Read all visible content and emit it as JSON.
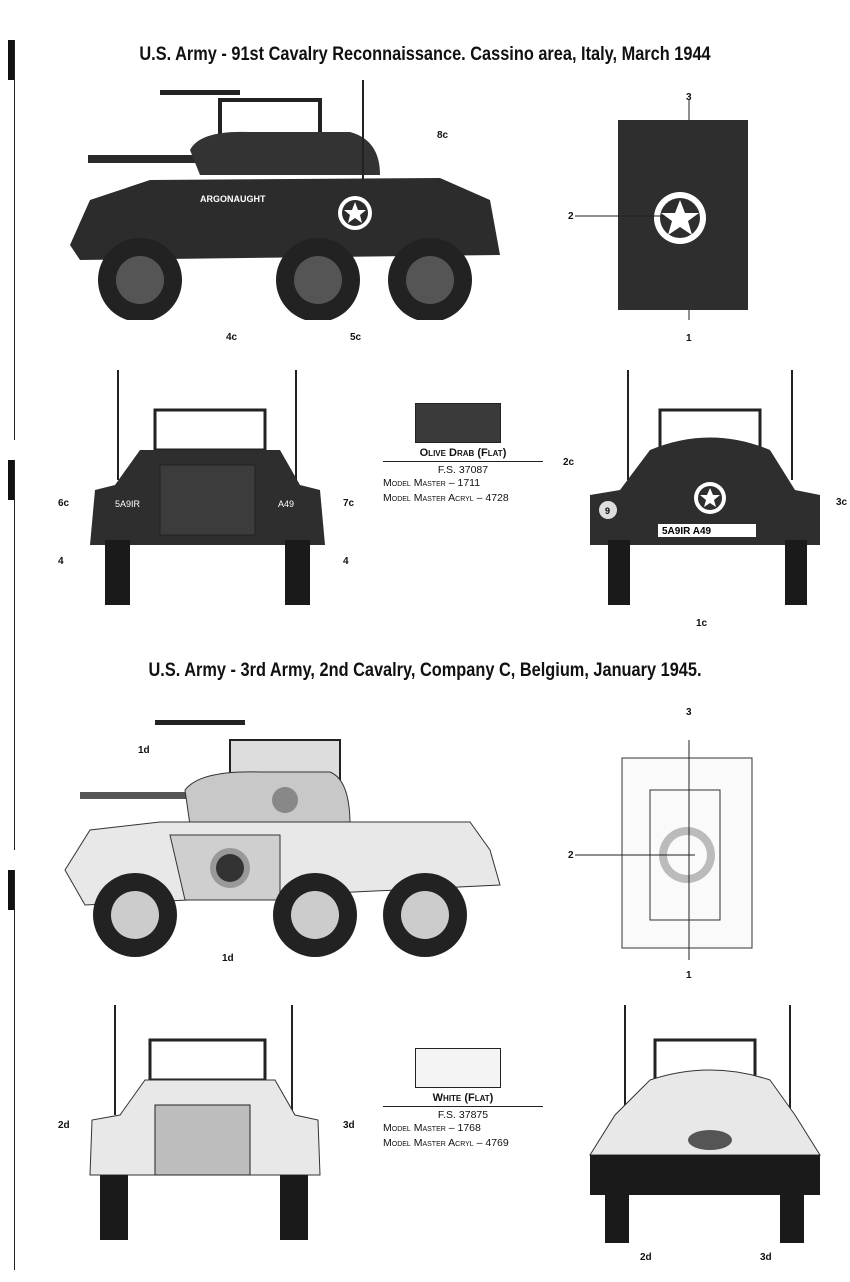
{
  "sections": [
    {
      "title": "U.S. Army - 91st Cavalry Reconnaissance. Cassino area, Italy, March 1944",
      "vehicle_name": "ARGONAUGHT",
      "front_plate_left": "5A9IR",
      "front_plate_right": "A49",
      "rear_plate": "5A9IR A49",
      "rear_circle_number": "9",
      "callouts": {
        "side_8c": "8c",
        "side_4c": "4c",
        "side_5c": "5c",
        "top_3": "3",
        "top_2": "2",
        "top_1": "1",
        "front_6c": "6c",
        "front_7c": "7c",
        "front_4a": "4",
        "front_4b": "4",
        "rear_2c": "2c",
        "rear_3c": "3c",
        "rear_1c": "1c"
      },
      "paint": {
        "name": "Olive Drab (Flat)",
        "fs": "F.S. 37087",
        "mm": "Model Master – 1711",
        "mma": "Model Master Acryl – 4728",
        "color": "#3a3a3a"
      }
    },
    {
      "title": "U.S. Army - 3rd Army, 2nd Cavalry, Company C, Belgium, January 1945.",
      "callouts": {
        "side_1d_top": "1d",
        "side_1d_bottom": "1d",
        "top_3": "3",
        "top_2": "2",
        "top_1": "1",
        "front_2d": "2d",
        "front_3d": "3d",
        "rear_2d": "2d",
        "rear_3d": "3d"
      },
      "paint": {
        "name": "White (Flat)",
        "fs": "F.S. 37875",
        "mm": "Model Master – 1768",
        "mma": "Model Master Acryl – 4769",
        "color": "#f4f4f4"
      }
    }
  ]
}
